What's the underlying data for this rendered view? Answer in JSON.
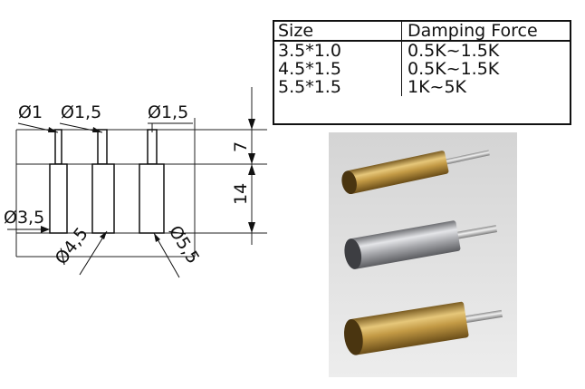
{
  "drawing": {
    "diameters": [
      "Ø1",
      "Ø1,5",
      "Ø1,5",
      "Ø3,5",
      "Ø4,5",
      "Ø5,5"
    ],
    "lengths": [
      "7",
      "14"
    ]
  },
  "table": {
    "headers": [
      "Size",
      "Damping Force"
    ],
    "rows": [
      [
        "3.5*1.0",
        "0.5K~1.5K"
      ],
      [
        "4.5*1.5",
        "0.5K~1.5K"
      ],
      [
        "5.5*1.5",
        "1K~5K"
      ]
    ]
  },
  "photo": {
    "finishes": [
      "brass",
      "silver",
      "brass"
    ],
    "colors": {
      "brass": "#b8933f",
      "silver": "#a9aaae",
      "background": "#dedede"
    }
  }
}
